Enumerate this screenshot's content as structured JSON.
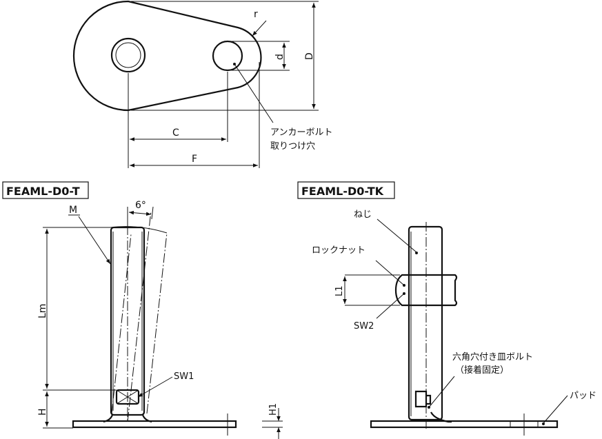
{
  "top_view": {
    "labels": {
      "r": "r",
      "d": "d",
      "D": "D",
      "C": "C",
      "F": "F"
    },
    "anchor_hole_label": [
      "アンカーボルト",
      "取りつけ穴"
    ]
  },
  "left_view": {
    "title": "FEAML-D0-T",
    "labels": {
      "M": "M",
      "angle": "6°",
      "Lm": "Lm",
      "H": "H",
      "SW1": "SW1",
      "H1": "H1"
    }
  },
  "right_view": {
    "title": "FEAML-D0-TK",
    "labels": {
      "screw": "ねじ",
      "locknut": "ロックナット",
      "L1": "L1",
      "SW2": "SW2",
      "bolt": "六角穴付き皿ボルト",
      "bolt_note": "（接着固定）",
      "pad": "パッド"
    }
  }
}
